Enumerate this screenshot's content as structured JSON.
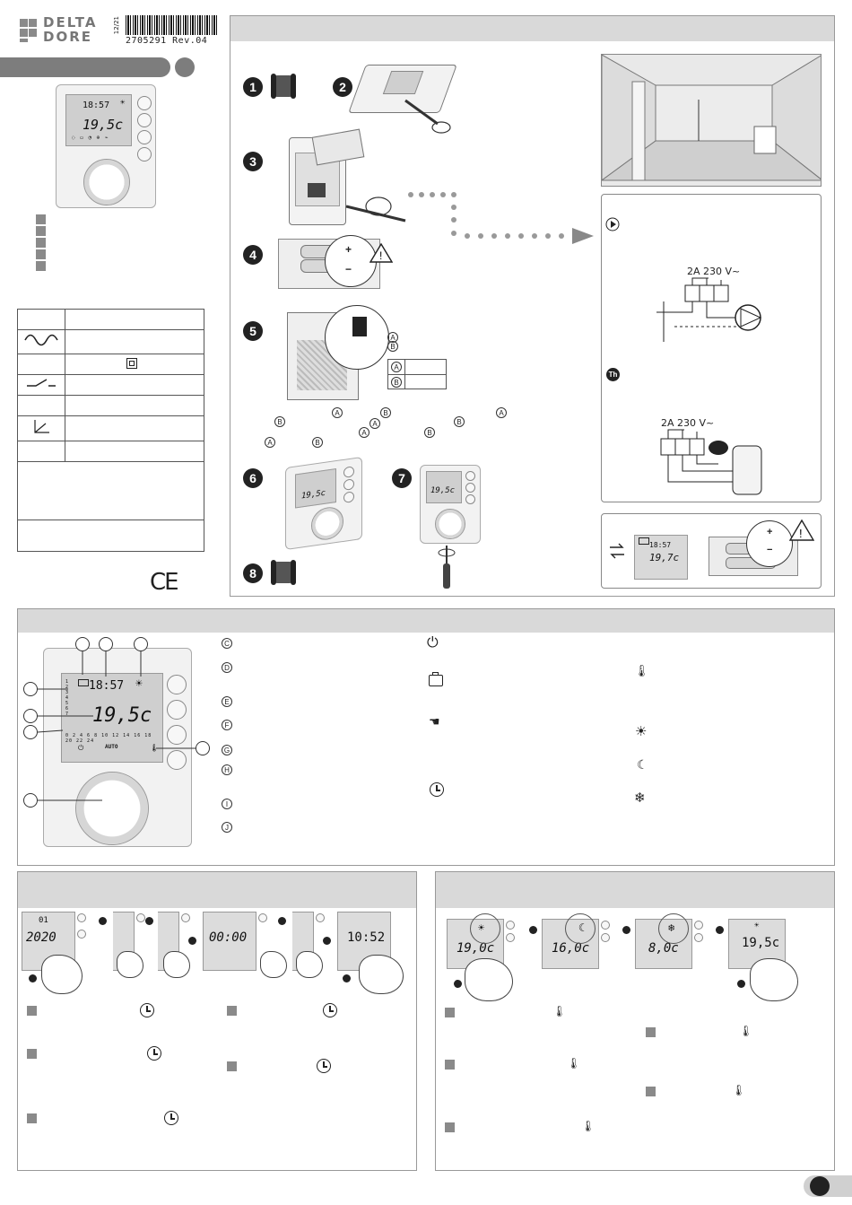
{
  "brand": {
    "name_line1": "DELTA",
    "name_line2": "DORE"
  },
  "barcode": {
    "date": "12/21",
    "code": "2705291 Rev.04"
  },
  "device_display": {
    "time": "18:57",
    "temperature": "19,5c"
  },
  "ce_mark": "CE",
  "step_numbers": [
    "1",
    "2",
    "3",
    "4",
    "5",
    "6",
    "7",
    "8"
  ],
  "step5_legend": [
    "A",
    "B"
  ],
  "wiring": {
    "pump_label": "2A  230 V~",
    "boiler_label": "2A  230 V~",
    "th_badge": "Th"
  },
  "battery_display": {
    "time": "18:57",
    "temperature": "19,7c"
  },
  "overview": {
    "lcd_time": "18:57",
    "lcd_temperature": "19,5c",
    "lcd_modes": "AUTO",
    "legend_letters": [
      "C",
      "D",
      "E",
      "F",
      "G",
      "H",
      "I",
      "J"
    ]
  },
  "clock_panel": {
    "screens": [
      "2020",
      "00:00",
      "10:52"
    ],
    "date_fragment": "01"
  },
  "temp_panel": {
    "screens": [
      "19,0c",
      "16,0c",
      "8,0c",
      "19,5c"
    ]
  },
  "page_number_badge": ""
}
